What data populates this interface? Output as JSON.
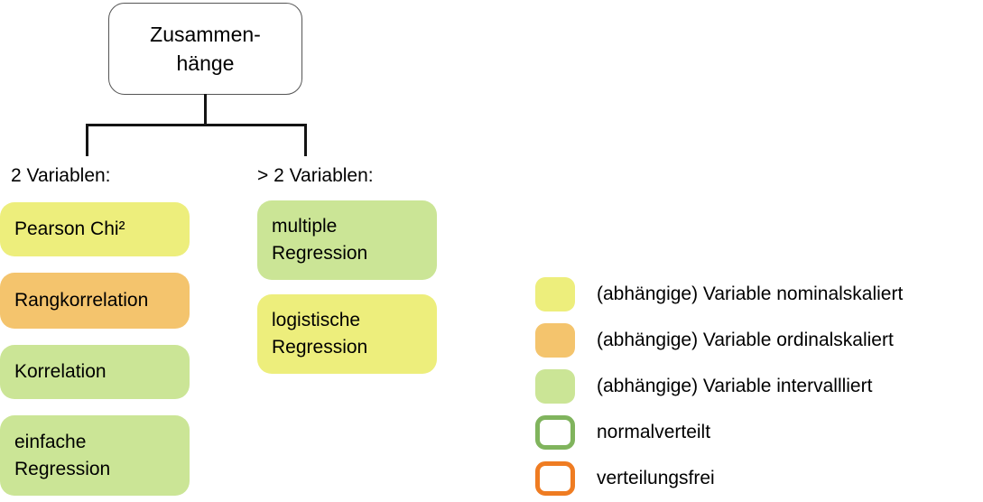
{
  "diagram": {
    "root": {
      "name": "root-node",
      "line1": "Zusammen-",
      "line2": "hänge"
    },
    "branches": [
      {
        "id": "two-variables",
        "label": "2 Variablen:",
        "nodes": [
          {
            "id": "pearson-chi2",
            "line1": "Pearson Chi²",
            "line2": "",
            "fill": "#edee7c",
            "scale": "nominal"
          },
          {
            "id": "rangkorrelation",
            "line1": "Rangkorrelation",
            "line2": "",
            "fill": "#f4c46d",
            "scale": "ordinal"
          },
          {
            "id": "korrelation",
            "line1": "Korrelation",
            "line2": "",
            "fill": "#cbe596",
            "scale": "interval"
          },
          {
            "id": "einfache-regression",
            "line1": "einfache",
            "line2": "Regression",
            "fill": "#cbe596",
            "scale": "interval"
          }
        ]
      },
      {
        "id": "more-than-two-variables",
        "label": "> 2 Variablen:",
        "nodes": [
          {
            "id": "multiple-regression",
            "line1": "multiple",
            "line2": "Regression",
            "fill": "#cbe596",
            "scale": "interval"
          },
          {
            "id": "logistische-regression",
            "line1": "logistische",
            "line2": "Regression",
            "fill": "#edee7c",
            "scale": "nominal"
          }
        ]
      }
    ]
  },
  "legend": {
    "items": [
      {
        "id": "legend-nominal",
        "style": "filled",
        "color": "#edee7c",
        "text": "(abhängige) Variable nominalskaliert"
      },
      {
        "id": "legend-ordinal",
        "style": "filled",
        "color": "#f4c46d",
        "text": "(abhängige) Variable ordinalskaliert"
      },
      {
        "id": "legend-interval",
        "style": "filled",
        "color": "#cbe596",
        "text": "(abhängige) Variable intervallliert"
      },
      {
        "id": "legend-normalverteilt",
        "style": "outline",
        "color": "#80b45d",
        "text": "normalverteilt"
      },
      {
        "id": "legend-verteilungsfrei",
        "style": "outline",
        "color": "#ef7c22",
        "text": "verteilungsfrei"
      }
    ]
  }
}
